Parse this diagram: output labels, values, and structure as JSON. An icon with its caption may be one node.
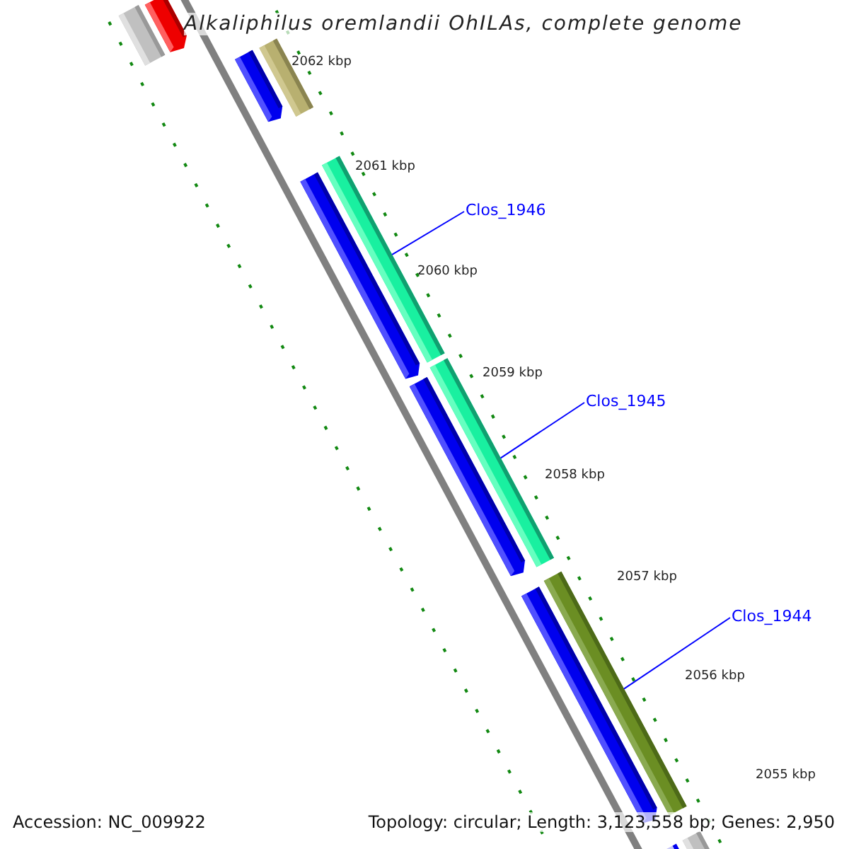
{
  "diagram": {
    "title": "Alkaliphilus oremlandii OhILAs, complete genome",
    "nodes": [
      {
        "text": [
          "Clos_1946"
        ]
      },
      {
        "text": [],
        "shape": "bar"
      },
      {
        "text": [
          "Clos_1945"
        ]
      },
      {
        "text": [],
        "shape": "bar"
      },
      {
        "text": [
          "Clos_1944"
        ]
      },
      {
        "text": [],
        "shape": "bar"
      }
    ],
    "edges": [
      {
        "from": 0,
        "to": 1,
        "arrow": "none"
      },
      {
        "from": 2,
        "to": 3,
        "arrow": "none"
      },
      {
        "from": 4,
        "to": 5,
        "arrow": "none"
      }
    ],
    "labels": [
      "2062 kbp",
      "2061 kbp",
      "2060 kbp",
      "2059 kbp",
      "2058 kbp",
      "2057 kbp",
      "2056 kbp",
      "2055 kbp",
      "Accession: NC_009922",
      "Topology: circular; Length: 3,123,558 bp; Genes: 2,950"
    ]
  }
}
